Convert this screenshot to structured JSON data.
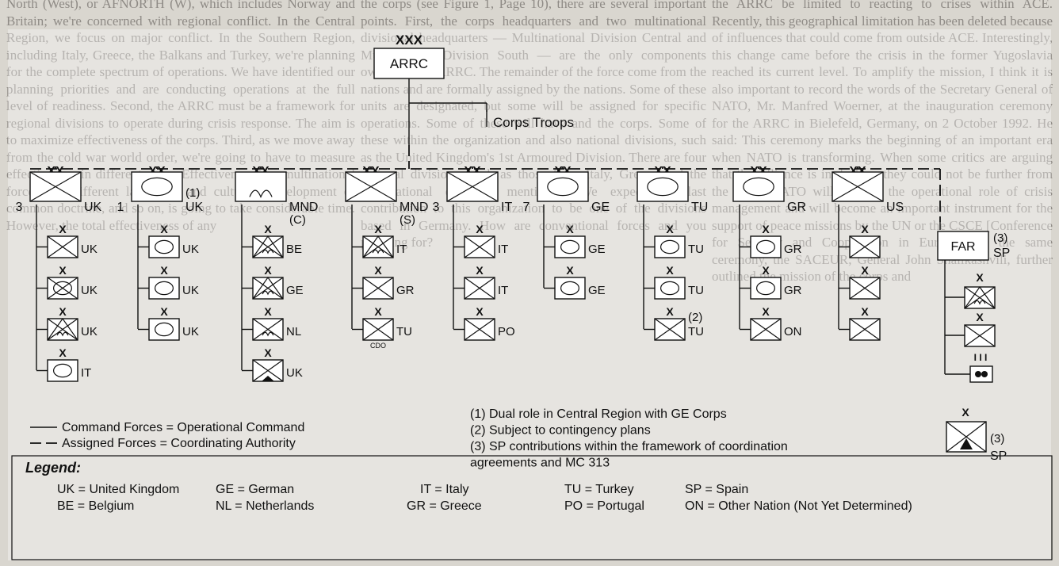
{
  "background_text": [
    "North (West), or AFNORTH (W), which includes Norway and Britain; we're concerned with regional conflict. In the Central Region, we focus on major conflict. In the Southern Region, including Italy, Greece, the Balkans and Turkey, we're planning for the complete spectrum of operations. We have identified our planning priorities and are conducting operations at the full level of readiness. Second, the ARRC must be a framework for regional divisions to operate during crisis response. The aim is to maximize effectiveness of the corps. Third, as we move away from the cold war world order, we're going to have to measure effectiveness in different ways. Effectiveness in a multinational force with different languages and cultures, development of common doctrine, and so on, is going to take considerable time. However, the total effectiveness of any",
    "the corps (see Figure 1, Page 10), there are several important points. First, the corps headquarters and two multinational divisional headquarters — Multinational Division Central and Multinational Division South — are the only components owned by the ARRC. The remainder of the force come from the nations and are formally assigned by the nations. Some of these units are designated, but some will be assigned for specific operations. Some of these will have and the corps. Some of these within the organization and also national divisions, such as the United Kingdom's 1st Armoured Division. There are four national divisions, such as those from Italy, Greece and the multinational divisions mentioned. We expect the last contribution to this organization to be one of the divisions based in Germany. How are conventional forces and you planning for?",
    "the ARRC be limited to reacting to crises within ACE. Recently, this geographical limitation has been deleted because of influences that could come from outside ACE. Interestingly, this change came before the crisis in the former Yugoslavia reached its current level. To amplify the mission, I think it is also important to record the words of the Secretary General of NATO, Mr. Manfred Woerner, at the inauguration ceremony for the ARRC in Bielefeld, Germany, on 2 October 1992. He said: This ceremony marks the beginning of an important era when NATO is transforming. When some critics are arguing that the Alliance is in decline, they could not be further from the truth. NATO will also be the operational role of crisis management and will become an important instrument for the support of peace missions by the UN or the CSCE [Conference for Security and Cooperation in Europe]. At the same ceremony, the SACEUR, General John Shalikashvili, further outlined the mission of the corps and"
  ],
  "corps": {
    "echelon": "XXX",
    "name": "ARRC"
  },
  "corps_troops": "Corps Troops",
  "divisions": [
    {
      "echelon": "XX",
      "left_label": "3",
      "right_label": "UK",
      "brigades": [
        {
          "echelon": "X",
          "label": "UK"
        },
        {
          "echelon": "X",
          "label": "UK"
        },
        {
          "echelon": "X",
          "label": "UK"
        },
        {
          "echelon": "X",
          "label": "IT"
        }
      ]
    },
    {
      "echelon": "XX",
      "left_label": "1",
      "right_label": "UK",
      "note": "(1)",
      "brigades": [
        {
          "echelon": "X",
          "label": "UK"
        },
        {
          "echelon": "X",
          "label": "UK"
        },
        {
          "echelon": "X",
          "label": "UK"
        }
      ]
    },
    {
      "echelon": "XX",
      "right_label": "MND",
      "right_label_2": "(C)",
      "brigades": [
        {
          "echelon": "X",
          "label": "BE"
        },
        {
          "echelon": "X",
          "label": "GE"
        },
        {
          "echelon": "X",
          "label": "NL"
        },
        {
          "echelon": "X",
          "label": "UK"
        }
      ]
    },
    {
      "echelon": "XX",
      "right_label": "MND",
      "right_label_2": "(S)",
      "brigades": [
        {
          "echelon": "X",
          "label": "IT"
        },
        {
          "echelon": "X",
          "label": "GR"
        },
        {
          "echelon": "X",
          "label": "TU",
          "sub": "CDO"
        }
      ]
    },
    {
      "echelon": "XX",
      "left_label": "3",
      "right_label": "IT",
      "brigades": [
        {
          "echelon": "X",
          "label": "IT"
        },
        {
          "echelon": "X",
          "label": "IT"
        },
        {
          "echelon": "X",
          "label": "PO"
        }
      ]
    },
    {
      "echelon": "XX",
      "left_label": "7",
      "right_label": "GE",
      "brigades": [
        {
          "echelon": "X",
          "label": "GE"
        },
        {
          "echelon": "X",
          "label": "GE"
        }
      ]
    },
    {
      "echelon": "XX",
      "right_label": "TU",
      "brigades": [
        {
          "echelon": "X",
          "label": "TU"
        },
        {
          "echelon": "X",
          "label": "TU"
        },
        {
          "echelon": "X",
          "label": "TU",
          "note": "(2)"
        }
      ]
    },
    {
      "echelon": "XX",
      "right_label": "GR",
      "brigades": [
        {
          "echelon": "X",
          "label": "GR"
        },
        {
          "echelon": "X",
          "label": "GR"
        },
        {
          "echelon": "X",
          "label": "ON"
        }
      ]
    },
    {
      "echelon": "XX",
      "right_label": "US",
      "brigades": [
        {
          "echelon": "X"
        },
        {
          "echelon": "X"
        },
        {
          "echelon": "X"
        }
      ]
    }
  ],
  "far": {
    "label": "FAR",
    "note": "(3)",
    "nation": "SP",
    "unit_echelon": "X",
    "support_echelon": "I I I",
    "sp_echelon": "X",
    "sp_note": "(3)",
    "sp_nation": "SP"
  },
  "notes": [
    "(1) Dual role in Central Region with GE Corps",
    "(2) Subject to contingency plans",
    "(3) SP contributions within the framework of coordination",
    "agreements and MC 313"
  ],
  "line_key": [
    "Command Forces = Operational Command",
    "Assigned Forces = Coordinating Authority"
  ],
  "legend_title": "Legend:",
  "legend": [
    [
      "UK = United Kingdom",
      "GE = German",
      "IT = Italy",
      "TU = Turkey",
      "SP = Spain"
    ],
    [
      "BE = Belgium",
      "NL = Netherlands",
      "GR = Greece",
      "PO = Portugal",
      "ON = Other Nation (Not Yet Determined)"
    ]
  ]
}
